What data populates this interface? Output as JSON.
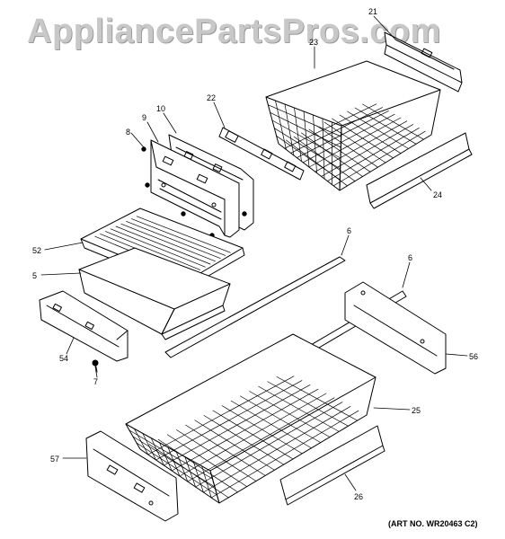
{
  "watermark": "AppliancePartsPros.com",
  "art_number": "(ART NO. WR20463 C2)",
  "callouts": {
    "c21": "21",
    "c23": "23",
    "c22": "22",
    "c10": "10",
    "c9": "9",
    "c8": "8",
    "c24": "24",
    "c6a": "6",
    "c6b": "6",
    "c52": "52",
    "c5": "5",
    "c54": "54",
    "c7": "7",
    "c56": "56",
    "c25": "25",
    "c57": "57",
    "c26": "26"
  }
}
